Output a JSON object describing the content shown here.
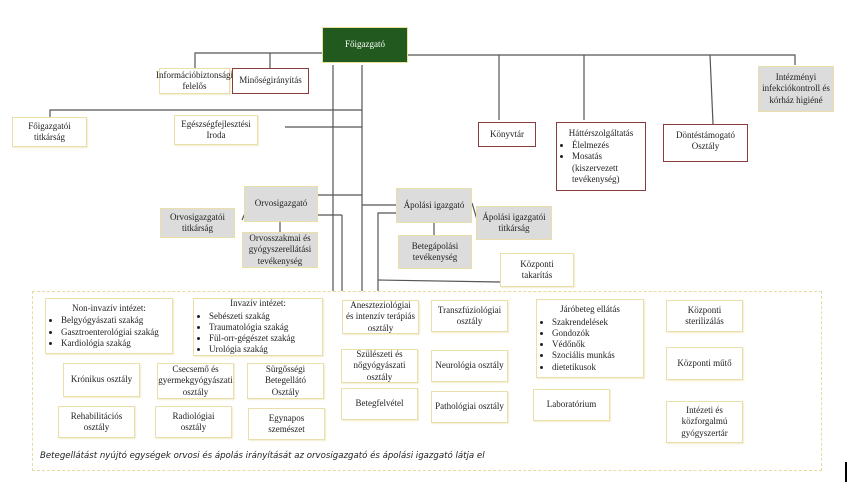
{
  "chart": {
    "top": {
      "label": "Főigazgató",
      "color": "#21591f"
    },
    "top_row": [
      {
        "id": "infobiz",
        "label": "Információbiztonsági felelős"
      },
      {
        "id": "minoseg",
        "label": "Minőségirányítás"
      }
    ],
    "infection": {
      "label": "Intézményi infekciókontroll és kórház higiéné"
    },
    "second_row": {
      "titkarsag": "Főigazgatói titkárság",
      "egeszseg": "Egészségfejlesztési Iroda",
      "konyvtar": "Könyvtár",
      "hatter": {
        "title": "Háttérszolgáltatás",
        "items": [
          "Élelmezés",
          "Mosatás (kiszervezett tevékenység)"
        ]
      },
      "dontes": "Döntéstámogató Osztály"
    },
    "orvos": {
      "label": "Orvosigazgató",
      "secretary": "Orvosigazgatói titkárság",
      "sub": "Orvosszakmai és gyógyszerellátási tevékenység"
    },
    "apolas": {
      "label": "Ápolási igazgató",
      "secretary": "Ápolási igazgatói titkárság",
      "sub": "Betegápolási tevékenység",
      "cleaning": "Központi takarítás"
    },
    "units": {
      "noninvaziv": {
        "title": "Non-invazív intézet:",
        "items": [
          "Belgyógyászati szakág",
          "Gasztroenterológiai szakág",
          "Kardiológia szakág"
        ]
      },
      "invaziv": {
        "title": "Invazív intézet:",
        "items": [
          "Sebészeti szakág",
          "Traumatológia szakág",
          "Fül-orr-gégészet szakág",
          "Urológia szakág"
        ]
      },
      "kronikus": "Krónikus osztály",
      "csecsemo": "Csecsemő és gyermekgyógyászati osztály",
      "surgossegi": "Sürgősségi Betegellátó Osztály",
      "rehab": "Rehabilitációs osztály",
      "radiologia": "Radiológiai osztály",
      "egynapos": "Egynapos szemészet",
      "aneszt": "Aneszteziológiai és intenzív terápiás osztály",
      "transzfuzio": "Transzfúziológiai osztály",
      "szuleszeti": "Szülészeti és nőgyógyászati osztály",
      "neurologia": "Neurológia osztály",
      "betegfelvetel": "Betegfelvétel",
      "patologia": "Pathológiai osztály",
      "jarobeteg": {
        "title": "Járóbeteg ellátás",
        "items": [
          "Szakrendelések",
          "Gondozók",
          "Védőnők",
          "Szociális munkás",
          "dietetikusok"
        ]
      },
      "laboratorium": "Laboratórium",
      "sterilizalas": "Központi sterilizálás",
      "muto": "Központi műtő",
      "gyogyszertar": "Intézeti és közforgalmú gyógyszertár"
    },
    "footnote": "Betegellátást nyújtó egységek orvosi és ápolás irányítását az orvosigazgató és ápolási igazgató látja el"
  }
}
